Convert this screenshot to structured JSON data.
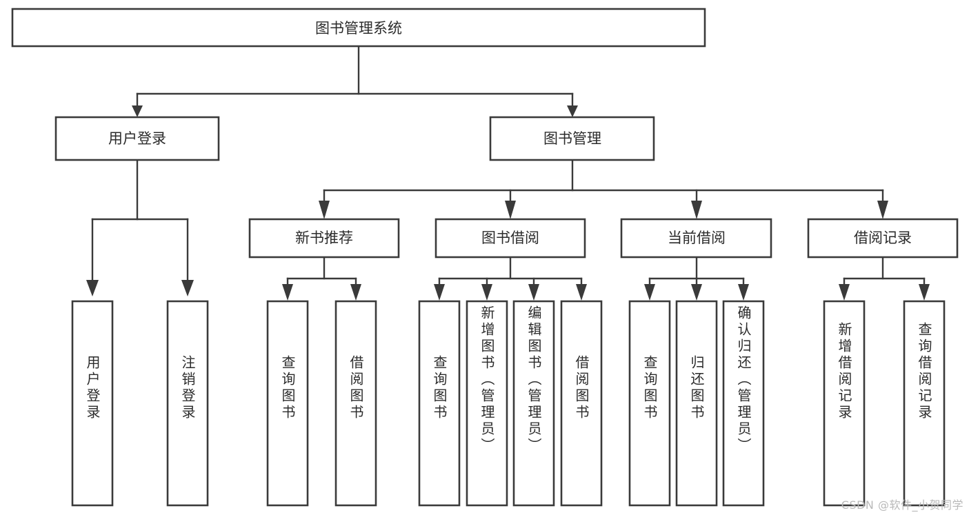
{
  "diagram": {
    "type": "tree-hierarchy",
    "orientation": "top-down",
    "root": {
      "label": "图书管理系统"
    },
    "level2": [
      {
        "label": "用户登录"
      },
      {
        "label": "图书管理"
      }
    ],
    "level3": [
      {
        "label": "新书推荐"
      },
      {
        "label": "图书借阅"
      },
      {
        "label": "当前借阅"
      },
      {
        "label": "借阅记录"
      }
    ],
    "leaves": {
      "user_login": [
        {
          "label": "用户登录"
        },
        {
          "label": "注销登录"
        }
      ],
      "new_book_recommend": [
        {
          "label": "查询图书"
        },
        {
          "label": "借阅图书"
        }
      ],
      "book_borrow": [
        {
          "label": "查询图书"
        },
        {
          "label": "新增图书（管理员）"
        },
        {
          "label": "编辑图书（管理员）"
        },
        {
          "label": "借阅图书"
        }
      ],
      "current_borrow": [
        {
          "label": "查询图书"
        },
        {
          "label": "归还图书"
        },
        {
          "label": "确认归还（管理员）"
        }
      ],
      "borrow_record": [
        {
          "label": "新增借阅记录"
        },
        {
          "label": "查询借阅记录"
        }
      ]
    }
  },
  "watermark": {
    "text": "CSDN @软件_小贺同学"
  },
  "colors": {
    "box_stroke": "#3a3a3a",
    "box_fill": "#ffffff",
    "text": "#2b2b2b",
    "connector": "#3a3a3a",
    "watermark": "#b9b9b9",
    "background": "#ffffff"
  }
}
